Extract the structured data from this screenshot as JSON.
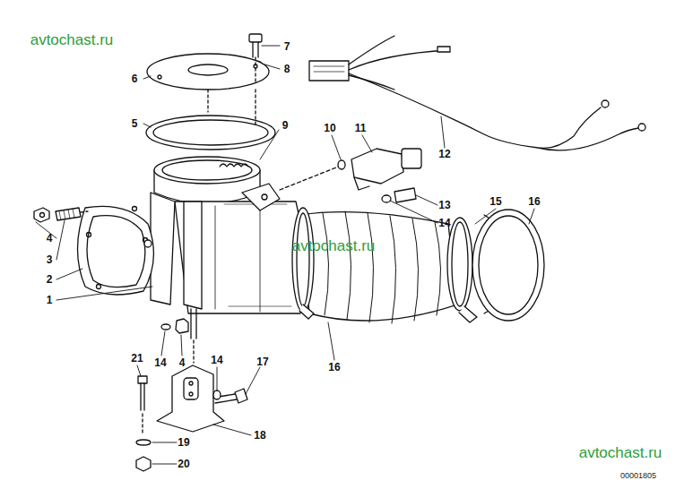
{
  "diagram": {
    "labels": [
      "avtochast.ru",
      "7",
      "8",
      "6",
      "12",
      "5",
      "9",
      "10",
      "11",
      "13",
      "14",
      "15",
      "16",
      "4",
      "3",
      "2",
      "1",
      "avtochast.ru",
      "16",
      "14",
      "4",
      "21",
      "14",
      "17",
      "18",
      "19",
      "20",
      "avtochast.ru",
      "00001805"
    ]
  }
}
